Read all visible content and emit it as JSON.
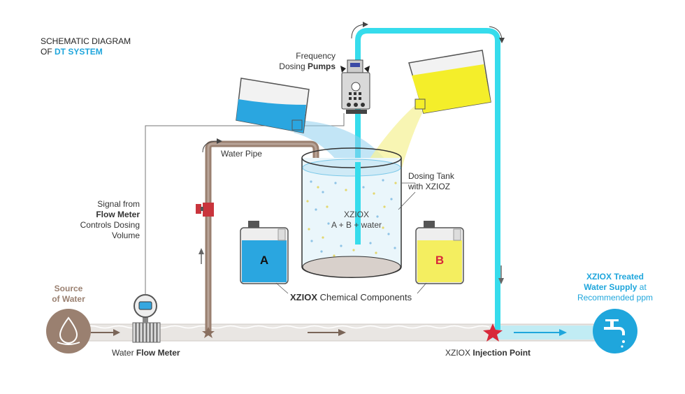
{
  "title": {
    "line1": "SCHEMATIC DIAGRAM",
    "line2_prefix": "OF",
    "line2_accent": "DT SYSTEM"
  },
  "source": {
    "line1": "Source",
    "line2": "of Water"
  },
  "signal": {
    "line1": "Signal from",
    "line2_bold": "Flow Meter",
    "line3": "Controls Dosing",
    "line4": "Volume"
  },
  "pumps": {
    "line1": "Frequency",
    "line2_prefix": "Dosing",
    "line2_bold": "Pumps"
  },
  "water_pipe_label": "Water Pipe",
  "dosing_tank": {
    "line1": "Dosing Tank",
    "line2": "with XZIOZ"
  },
  "tank_contents": {
    "line1": "XZIOX",
    "line2": "A + B + water"
  },
  "container_a": "A",
  "container_b": "B",
  "chemical": {
    "bold": "XZIOX",
    "rest": "Chemical  Components"
  },
  "flow_meter": {
    "prefix": "Water",
    "bold": "Flow Meter"
  },
  "injection": {
    "prefix": "XZIOX",
    "bold": "Injection Point"
  },
  "treated": {
    "bold": "XZIOX Treated",
    "bold2": "Water Supply",
    "suffix": "at",
    "line3": "Recommended ppm"
  },
  "colors": {
    "cyan": "#36dcec",
    "pipe_brown": "#9a8070",
    "blue_liquid": "#2aa6e0",
    "yellow_liquid": "#f4ee2a",
    "star_red": "#d8283a",
    "brand_blue": "#1fa6dc"
  }
}
